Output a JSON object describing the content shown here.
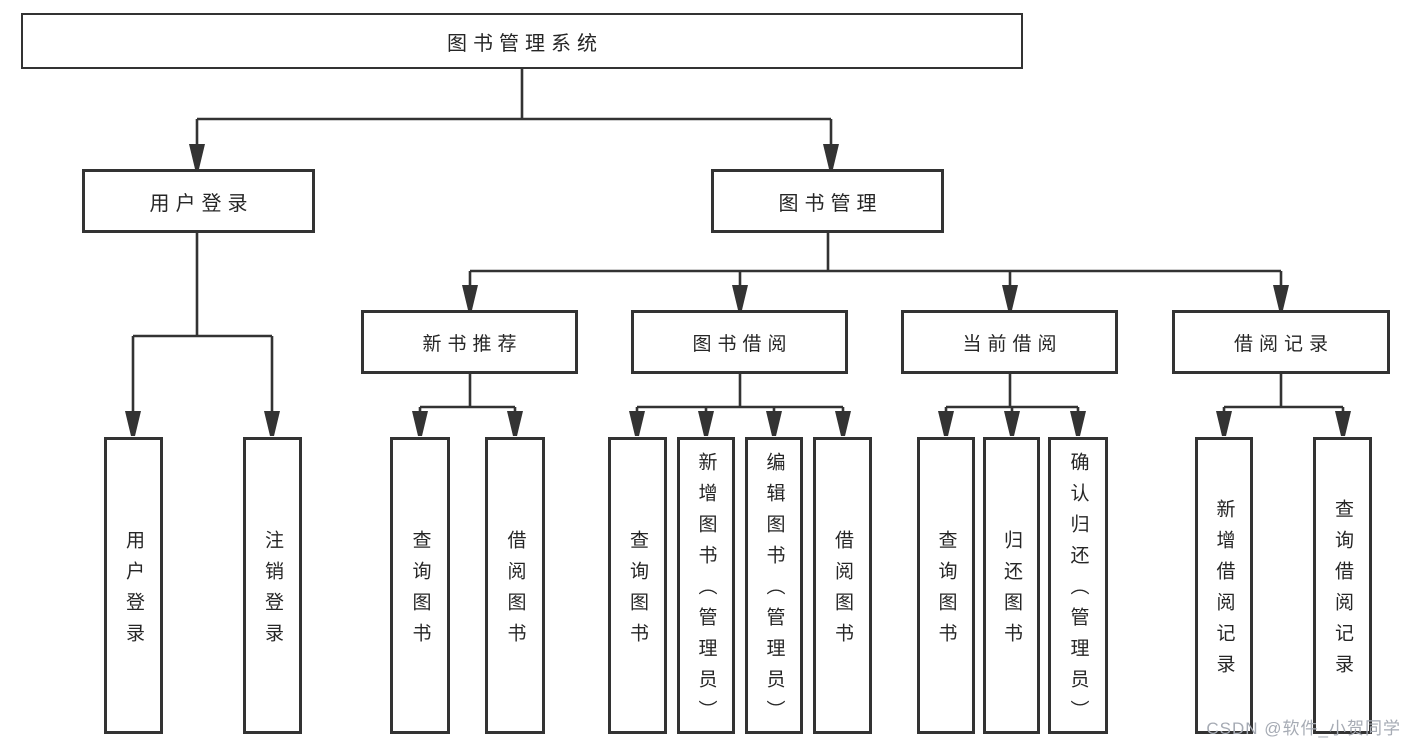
{
  "nodes": {
    "root": "图书管理系统",
    "user_login": "用户登录",
    "book_management": "图书管理",
    "new_book_recommend": "新书推荐",
    "book_borrowing": "图书借阅",
    "current_borrowing": "当前借阅",
    "borrow_records": "借阅记录"
  },
  "leaves": {
    "user_login": "用户登录",
    "logout": "注销登录",
    "nb_query": "查询图书",
    "nb_borrow": "借阅图书",
    "bb_query": "查询图书",
    "bb_add": "新增图书（管理员）",
    "bb_edit": "编辑图书（管理员）",
    "bb_borrow": "借阅图书",
    "cb_query": "查询图书",
    "cb_return": "归还图书",
    "cb_confirm": "确认归还（管理员）",
    "br_add": "新增借阅记录",
    "br_query": "查询借阅记录"
  },
  "watermark": {
    "text": "CSDN @软件_小贺同学"
  },
  "colors": {
    "line": "#333333",
    "border": "#333333",
    "text": "#262626",
    "watermark": "#a6abb4",
    "background": "#ffffff"
  }
}
